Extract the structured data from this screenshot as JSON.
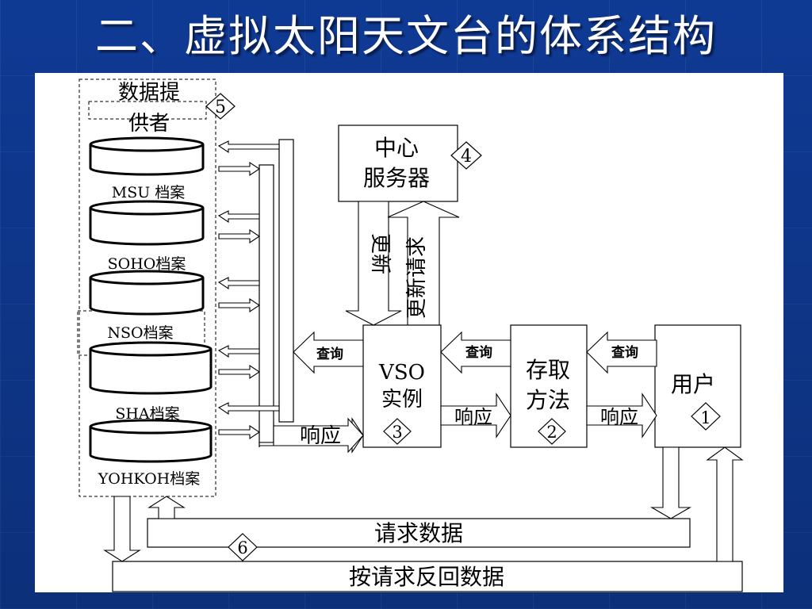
{
  "title": "二、虚拟太阳天文台的体系结构",
  "provider": {
    "label_line1": "数据提",
    "label_line2": "供者",
    "number": "5"
  },
  "archives": [
    {
      "label": "MSU 档案"
    },
    {
      "label": "SOHO档案"
    },
    {
      "label": "NSO档案"
    },
    {
      "label": "SHA档案"
    },
    {
      "label": "YOHKOH档案"
    }
  ],
  "central_server": {
    "label_line1": "中心",
    "label_line2": "服务器",
    "number": "4",
    "update": "更新",
    "update_request": "更新请求"
  },
  "vso": {
    "label_line1": "VSO",
    "label_line2": "实例",
    "number": "3"
  },
  "access_method": {
    "label_line1": "存取",
    "label_line2": "方法",
    "number": "2"
  },
  "user": {
    "label": "用户",
    "number": "1"
  },
  "arrows": {
    "query": "查询",
    "response": "响应"
  },
  "bottom": {
    "request_data": "请求数据",
    "return_data": "按请求反回数据",
    "number": "6"
  }
}
